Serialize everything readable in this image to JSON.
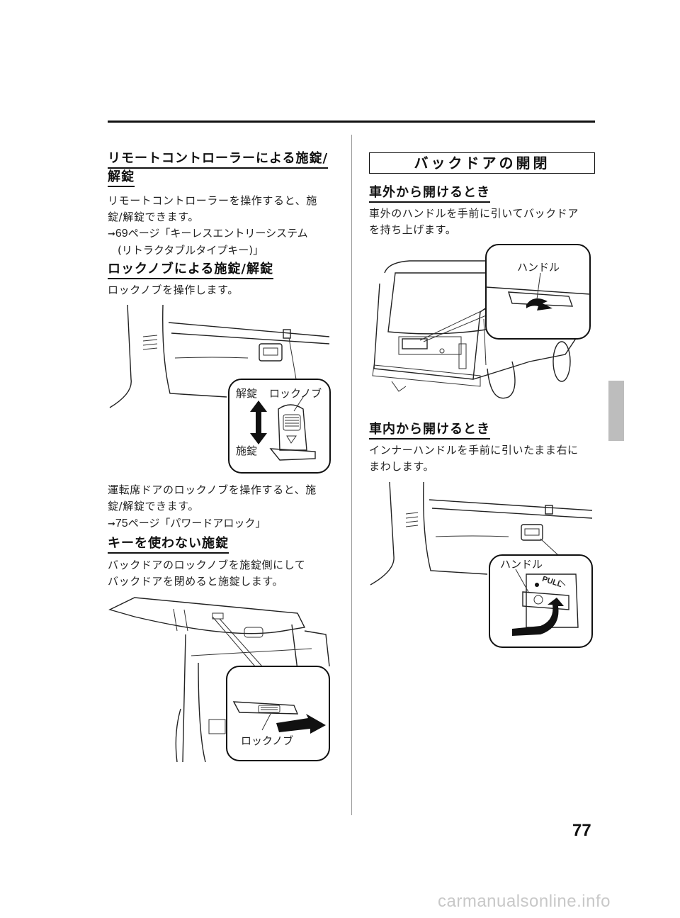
{
  "left": {
    "section1": {
      "heading_line1": "リモートコントローラーによる施錠/",
      "heading_line2": "解錠",
      "body_line1": "リモートコントローラーを操作すると、施",
      "body_line2": "錠/解錠できます。",
      "ref_arrow": "➞",
      "ref_page": "69",
      "ref_text": "ページ「キーレスエントリーシステム",
      "ref_text2": "(リトラクタブルタイプキー)」"
    },
    "section2": {
      "heading": "ロックノブによる施錠/解錠",
      "body": "ロックノブを操作します。",
      "figure": {
        "label_unlock": "解錠",
        "label_lock": "施錠",
        "label_knob": "ロックノブ"
      },
      "after_line1": "運転席ドアのロックノブを操作すると、施",
      "after_line2": "錠/解錠できます。",
      "ref_arrow": "➞",
      "ref_page": "75",
      "ref_text": "ページ「パワードアロック」"
    },
    "section3": {
      "heading": "キーを使わない施錠",
      "body_line1": "バックドアのロックノブを施錠側にして",
      "body_line2": "バックドアを閉めると施錠します。",
      "figure": {
        "label_knob": "ロックノブ"
      }
    }
  },
  "right": {
    "banner": "バックドアの開閉",
    "section1": {
      "heading": "車外から開けるとき",
      "body_line1": "車外のハンドルを手前に引いてバックドア",
      "body_line2": "を持ち上げます。",
      "figure": {
        "label_handle": "ハンドル"
      }
    },
    "section2": {
      "heading": "車内から開けるとき",
      "body_line1": "インナーハンドルを手前に引いたまま右に",
      "body_line2": "まわします。",
      "figure": {
        "label_handle": "ハンドル",
        "label_pull": "PULL"
      }
    }
  },
  "page_number": "77",
  "watermark": "carmanualsonline.info",
  "colors": {
    "text": "#111111",
    "rule": "#111111",
    "tab": "#bdbdbd"
  }
}
